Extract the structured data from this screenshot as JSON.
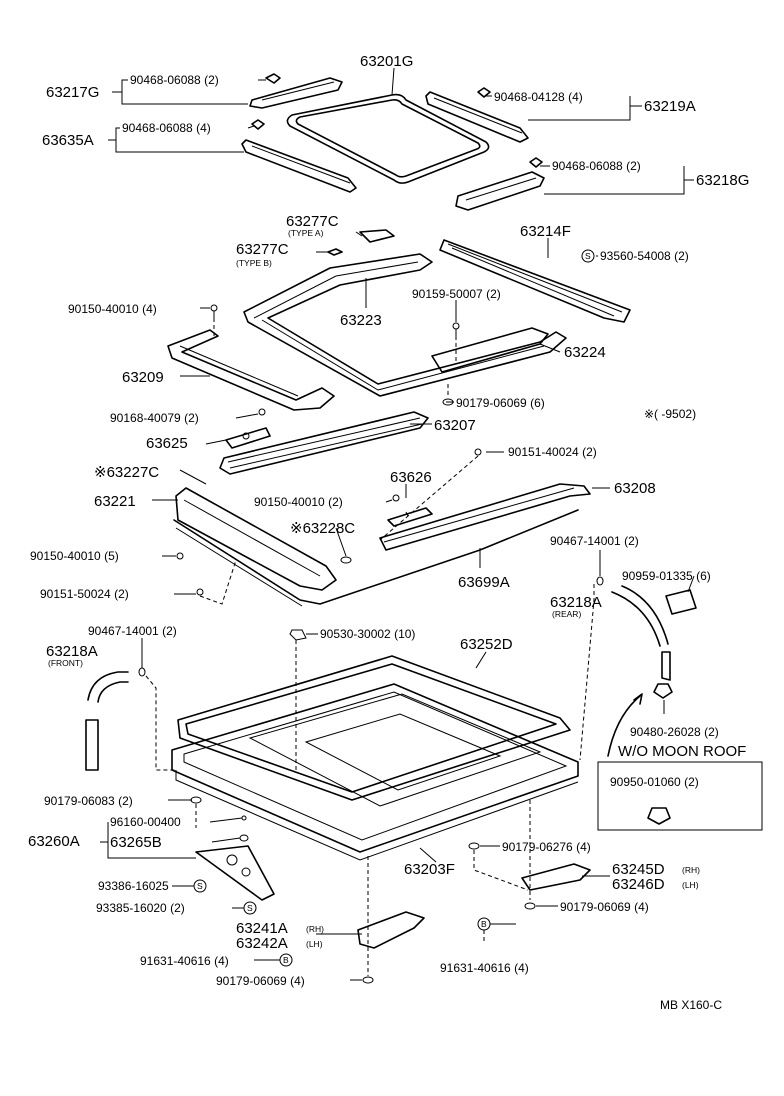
{
  "labels": {
    "p63201G": "63201G",
    "p63217G": "63217G",
    "p90468_06088_a": "90468-06088 (2)",
    "p90468_04128": "90468-04128 (4)",
    "p63219A": "63219A",
    "p63635A": "63635A",
    "p90468_06088_b": "90468-06088 (4)",
    "p90468_06088_c": "90468-06088 (2)",
    "p63218G": "63218G",
    "p63277C_a": "63277C",
    "typeA": "(TYPE A)",
    "p63277C_b": "63277C",
    "typeB": "(TYPE B)",
    "p63214F": "63214F",
    "p93560": "93560-54008 (2)",
    "p90150_40010_a": "90150-40010 (4)",
    "p90159": "90159-50007 (2)",
    "p63223": "63223",
    "p63224": "63224",
    "p63209": "63209",
    "p90179_06069_a": "90179-06069 (6)",
    "note": "※(       -9502)",
    "p90168": "90168-40079 (2)",
    "p63207": "63207",
    "p63625": "63625",
    "p90151_40024": "90151-40024 (2)",
    "p63227C": "※63227C",
    "p63626": "63626",
    "p63208": "63208",
    "p63221": "63221",
    "p90150_40010_b": "90150-40010 (2)",
    "p63228C": "※63228C",
    "p90150_40010_c": "90150-40010 (5)",
    "p63699A": "63699A",
    "p90467_14001_a": "90467-14001 (2)",
    "p90959": "90959-01335 (6)",
    "p90151_50024": "90151-50024 (2)",
    "p63218A_r": "63218A",
    "rear": "(REAR)",
    "p90467_14001_b": "90467-14001 (2)",
    "p90530": "90530-30002 (10)",
    "p63252D": "63252D",
    "p63218A_f": "63218A",
    "front": "(FRONT)",
    "p90480": "90480-26028 (2)",
    "womoon": "W/O MOON ROOF",
    "p90950": "90950-01060 (2)",
    "p90179_06083": "90179-06083 (2)",
    "p96160": "96160-00400",
    "p63260A": "63260A",
    "p63265B": "63265B",
    "p90179_06276": "90179-06276 (4)",
    "p63203F": "63203F",
    "p63245D": "63245D",
    "rh1": "(RH)",
    "p63246D": "63246D",
    "lh1": "(LH)",
    "p93386": "93386-16025",
    "p90179_06069_b": "90179-06069 (4)",
    "p93385": "93385-16020 (2)",
    "p63241A": "63241A",
    "rh2": "(RH)",
    "p63242A": "63242A",
    "lh2": "(LH)",
    "p91631_a": "91631-40616 (4)",
    "p91631_b": "91631-40616 (4)",
    "p90179_06069_c": "90179-06069 (4)",
    "mb": "MB  X160-C",
    "s_symbol": "S",
    "b_symbol": "B"
  },
  "colors": {
    "ink": "#000000",
    "paper": "#ffffff"
  }
}
